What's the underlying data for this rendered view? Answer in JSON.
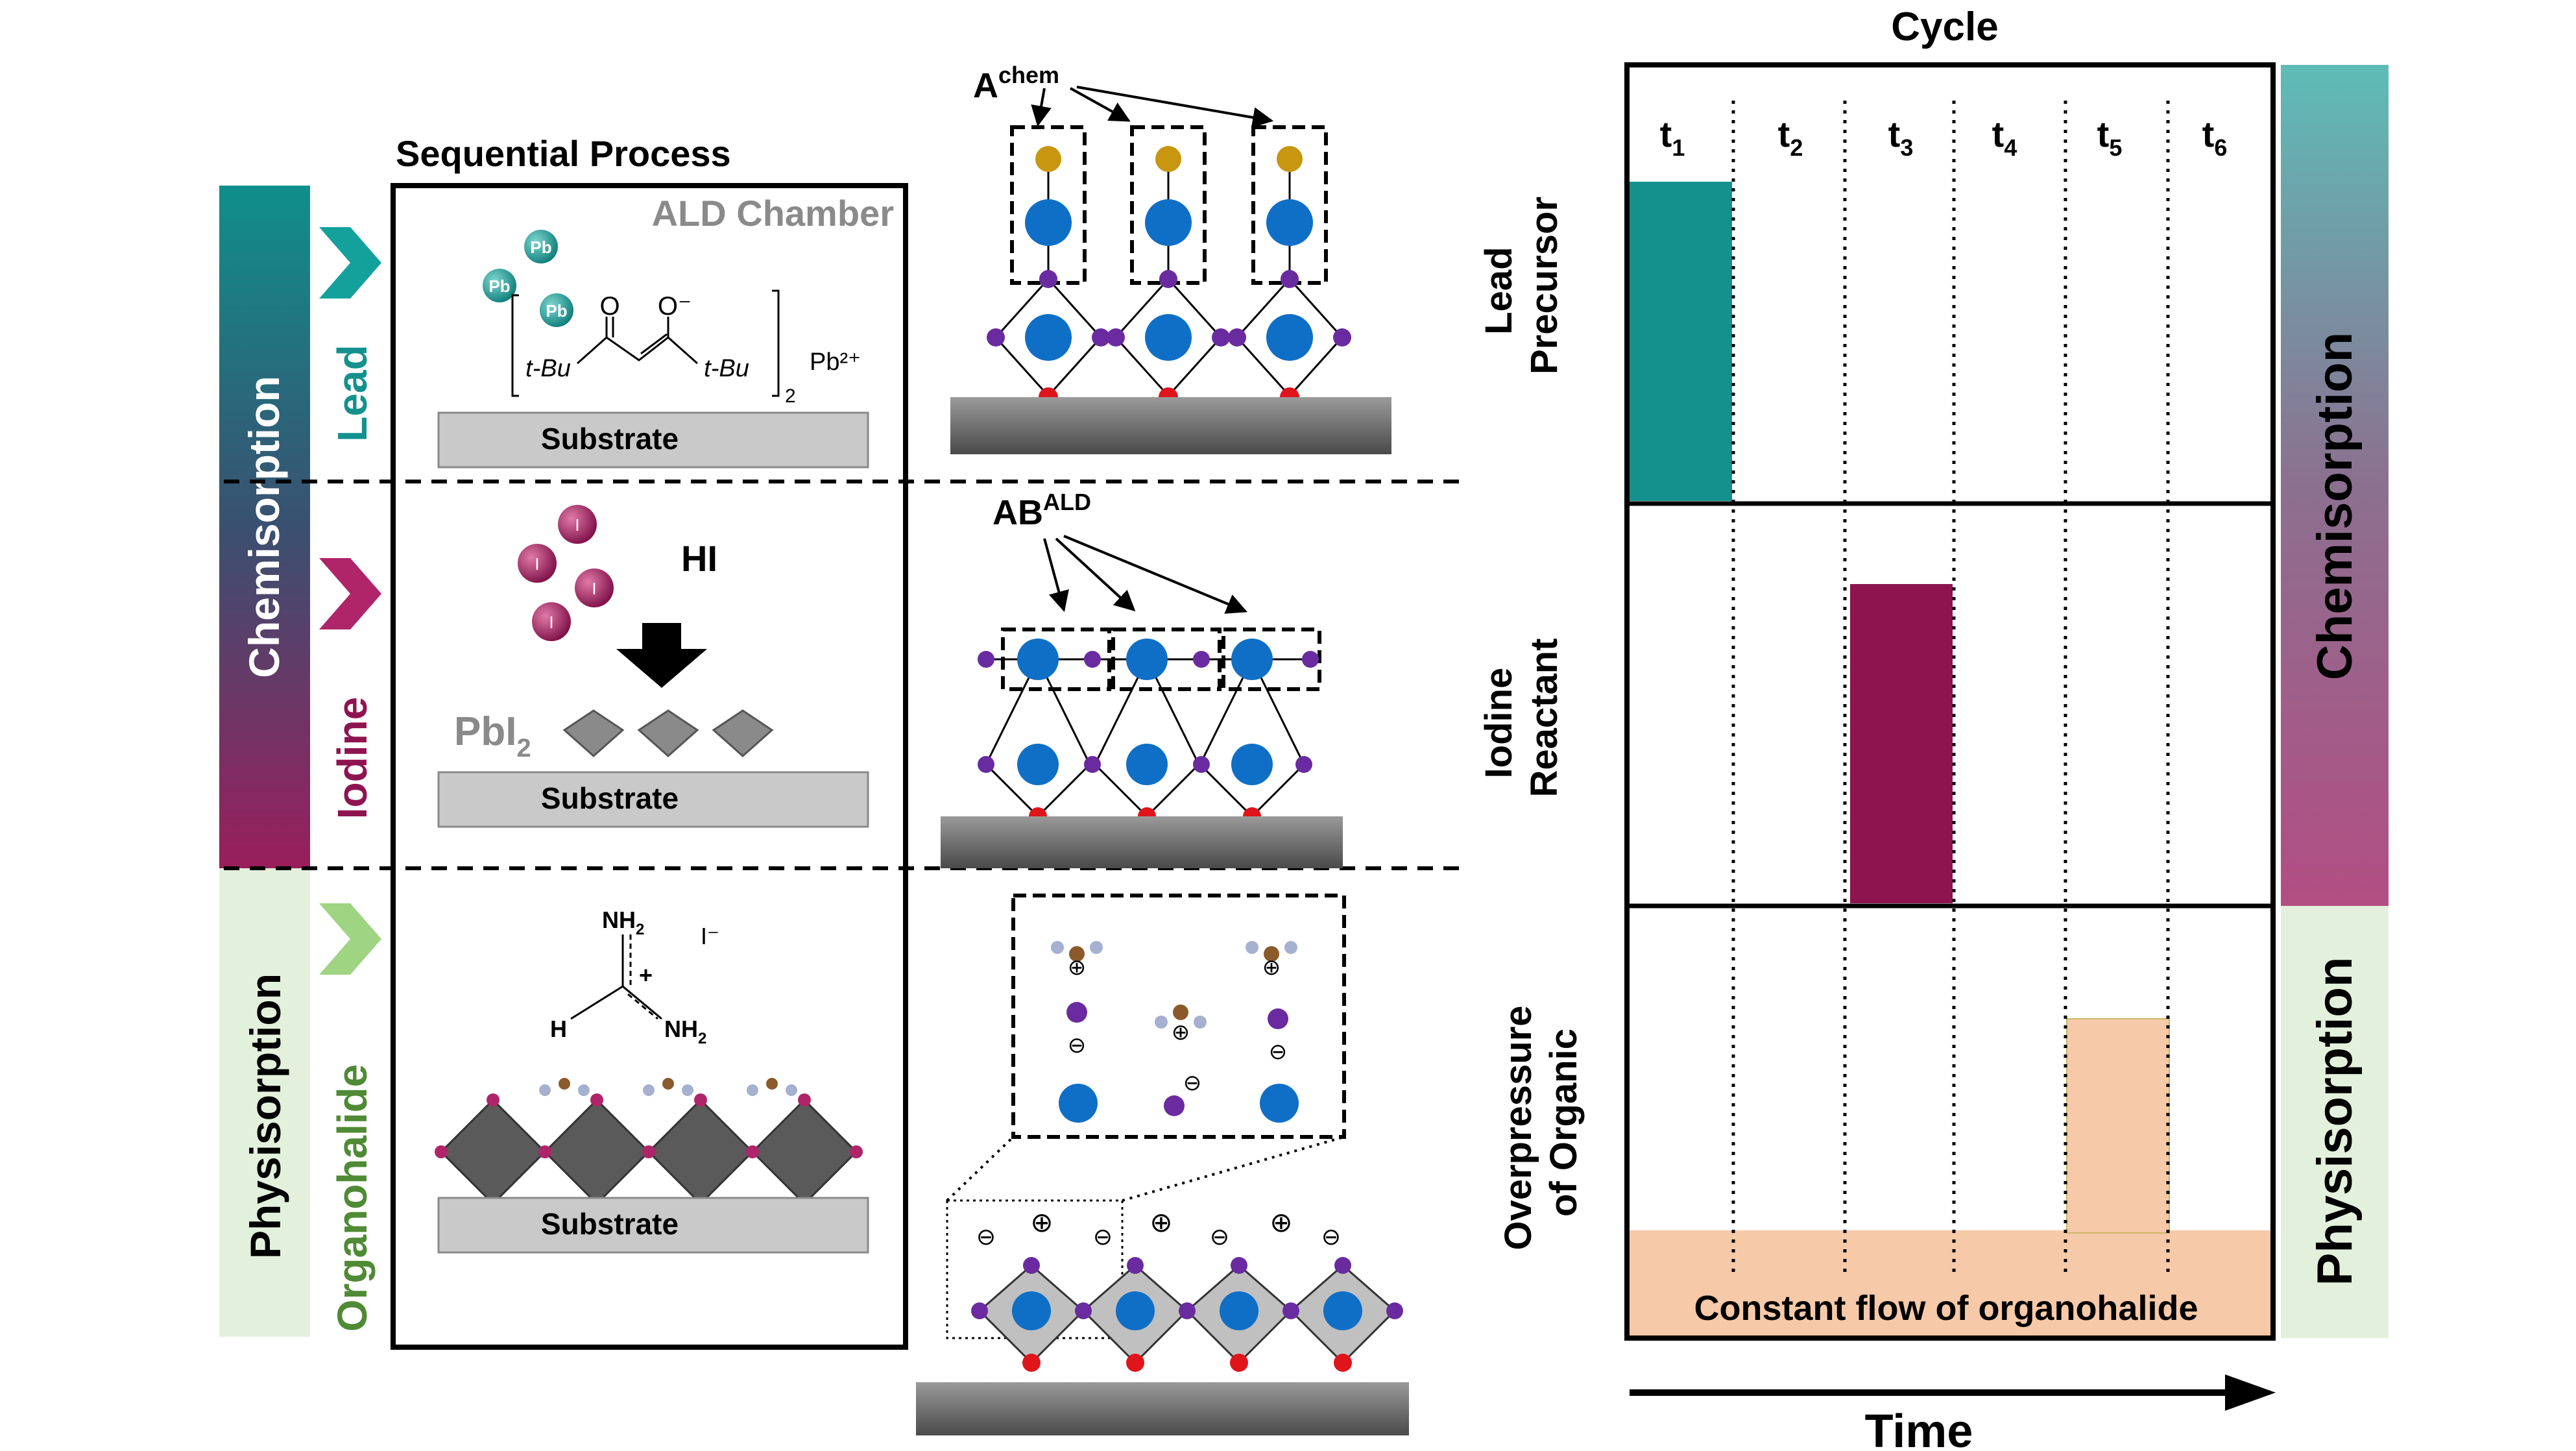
{
  "colors": {
    "teal": "#14918c",
    "maroon": "#8e1450",
    "peach": "#f6c9a8",
    "light_green": "#e3f1dc",
    "green_text": "#4f8a34",
    "substrate": "#c9c9c9",
    "blue_atom": "#0f6fc6",
    "purple_atom": "#6a2ba0",
    "red_atom": "#e0141b",
    "gold_atom": "#c8960f"
  },
  "left_bar": {
    "chemisorption": "Chemisorption",
    "physisorption": "Physisorption"
  },
  "steps": [
    {
      "label": "Lead",
      "icon": "chevron-right-icon"
    },
    {
      "label": "Iodine",
      "icon": "chevron-right-icon"
    },
    {
      "label": "Organohalide",
      "icon": "chevron-right-icon"
    }
  ],
  "process": {
    "title": "Sequential Process",
    "chamber": "ALD Chamber",
    "substrate": "Substrate",
    "pb_atom": "Pb",
    "i_atom": "I",
    "ligand_o": "O",
    "ligand_ominus": "O⁻",
    "ligand_tbu": "t-Bu",
    "ligand_sub": "2",
    "pb_charge": "Pb²⁺",
    "hi": "HI",
    "pbi2": "PbI",
    "pbi2_sub": "2",
    "nh2": "NH",
    "nh2_sub": "2",
    "h": "H",
    "plus": "+",
    "iodide": "I⁻"
  },
  "structures": {
    "a_chem": "A",
    "a_chem_sup": "chem",
    "ab_ald": "AB",
    "ab_ald_sup": "ALD",
    "minus": "⊖",
    "plus": "⊕"
  },
  "timing": {
    "cycle_label": "Cycle",
    "time_label": "Time",
    "columns": [
      "t",
      "t",
      "t",
      "t",
      "t",
      "t"
    ],
    "column_subs": [
      "1",
      "2",
      "3",
      "4",
      "5",
      "6"
    ],
    "row_labels": [
      [
        "Lead",
        "Precursor"
      ],
      [
        "Iodine",
        "Reactant"
      ],
      [
        "Overpressure",
        "of Organic"
      ]
    ],
    "constant_flow": "Constant flow of organohalide"
  },
  "right_bar": {
    "chemisorption": "Chemisorption",
    "physisorption": "Physisorption"
  }
}
